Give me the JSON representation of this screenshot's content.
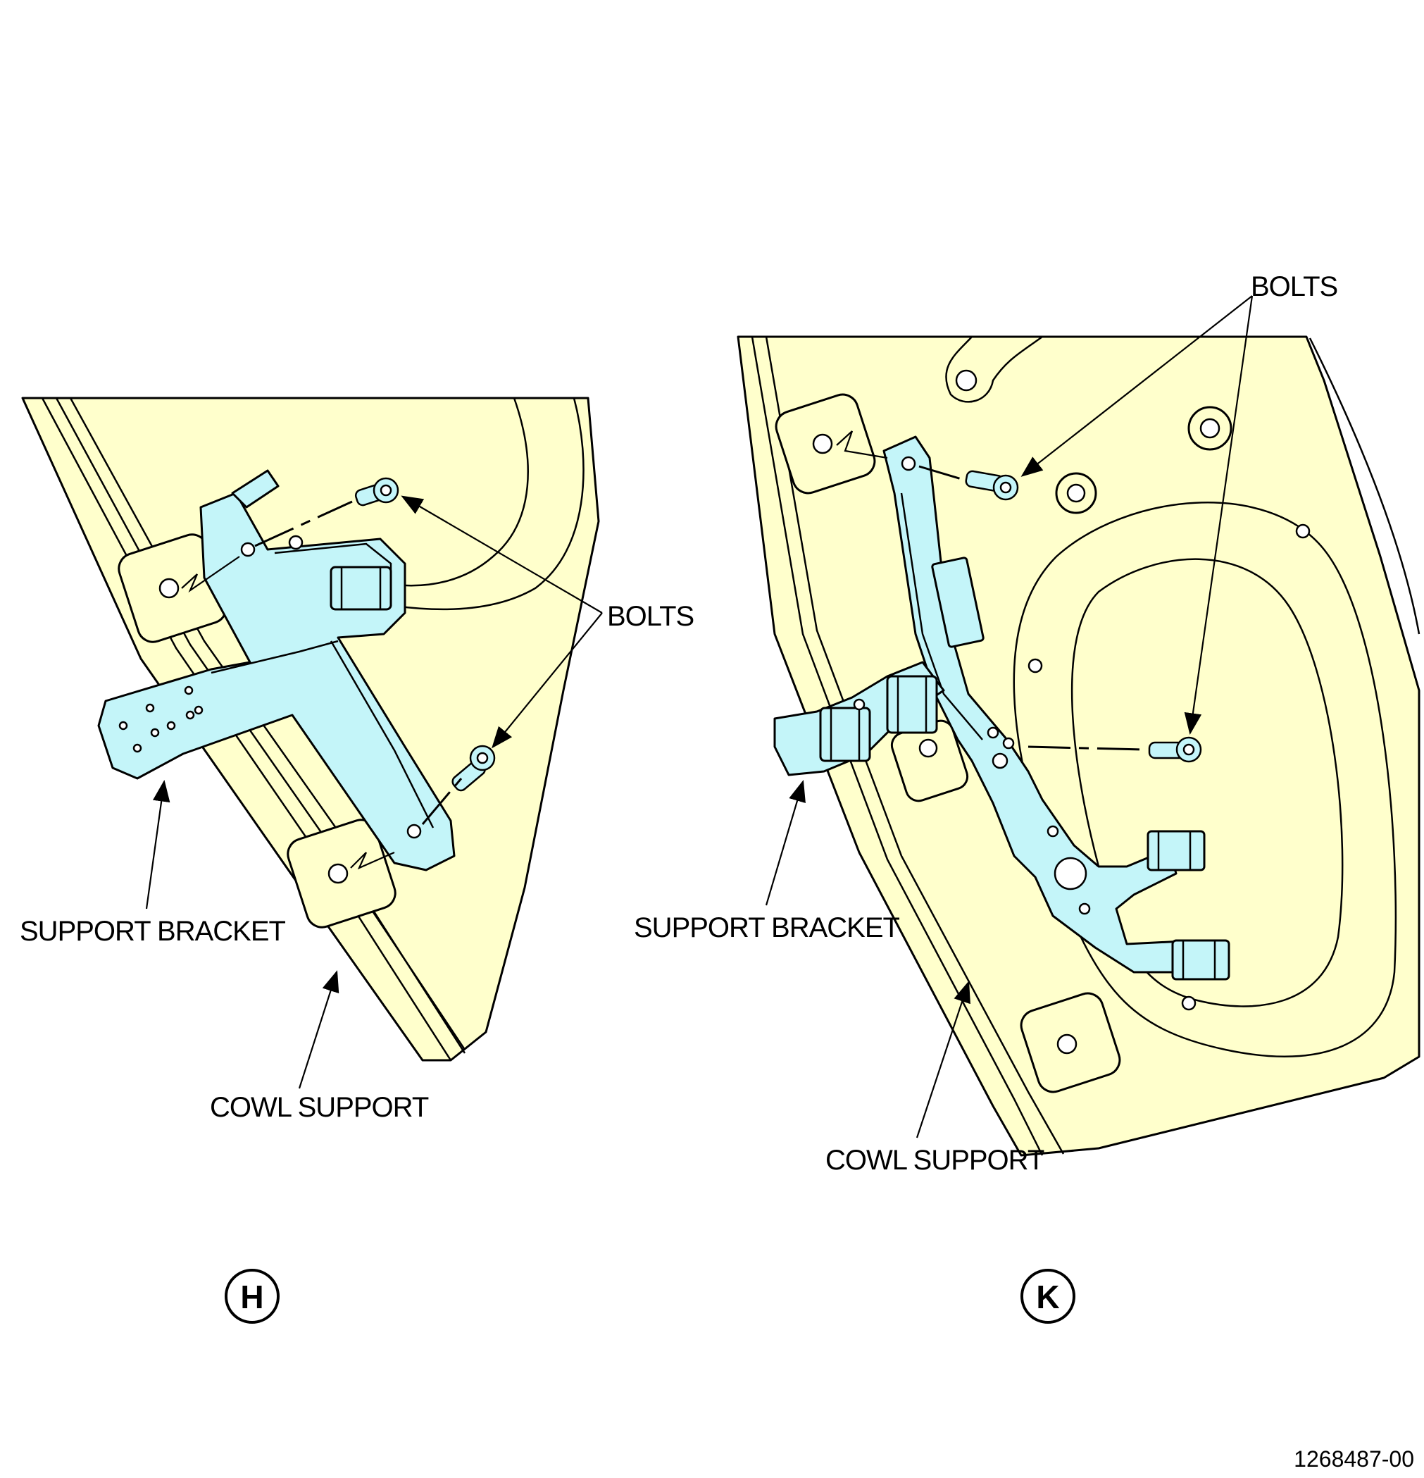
{
  "view_h": {
    "letter": "H",
    "labels": {
      "bolts": "BOLTS",
      "support_bracket": "SUPPORT BRACKET",
      "cowl_support": "COWL SUPPORT"
    }
  },
  "view_k": {
    "letter": "K",
    "labels": {
      "bolts": "BOLTS",
      "support_bracket": "SUPPORT BRACKET",
      "cowl_support": "COWL SUPPORT"
    }
  },
  "figure_id": "1268487-00",
  "colors": {
    "panel_fill": "#ffffcc",
    "bracket_fill": "#c4f5f9",
    "line": "#000000",
    "background": "#ffffff"
  },
  "icons": {
    "bolt": "bolt-icon",
    "view_marker": "circled-letter-icon"
  }
}
